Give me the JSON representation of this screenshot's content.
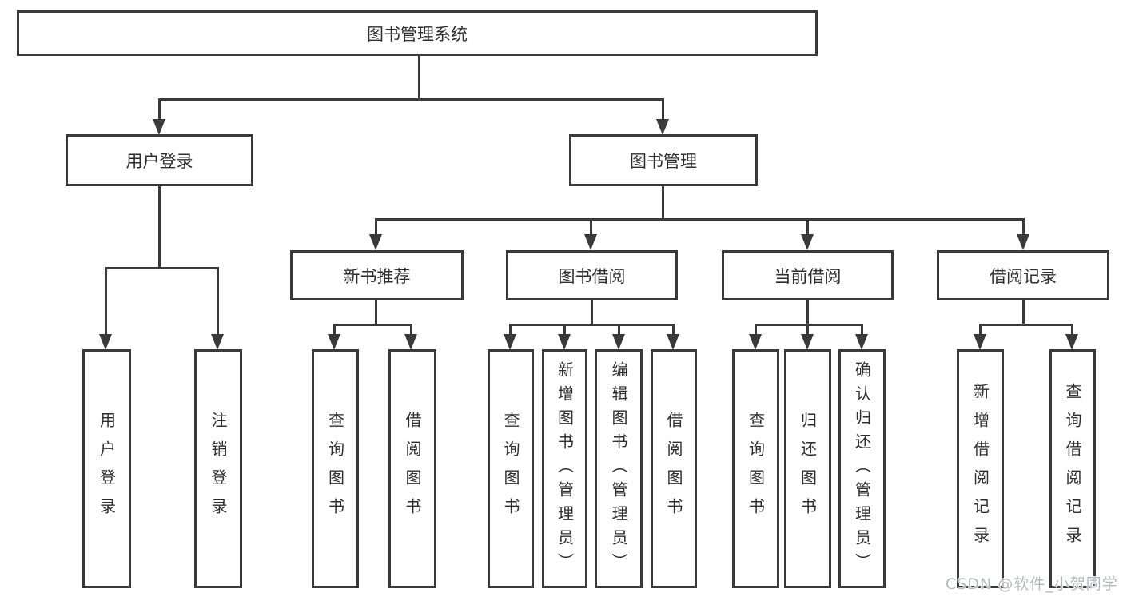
{
  "diagram_title": "图书管理系统",
  "watermark": "CSDN @软件_小贺同学",
  "colors": {
    "line": "#3a3a3a",
    "box_border": "#3a3a3a",
    "box_fill": "#ffffff",
    "text": "#2f2f2f",
    "watermark": "#b5b9be"
  },
  "nodes": {
    "root": "图书管理系统",
    "l2": [
      "用户登录",
      "图书管理"
    ],
    "l3": [
      "新书推荐",
      "图书借阅",
      "当前借阅",
      "借阅记录"
    ],
    "leaves_user_login": [
      "用户登录",
      "注销登录"
    ],
    "leaves_new_book": [
      "查询图书",
      "借阅图书"
    ],
    "leaves_book_borrow": [
      "查询图书",
      "新增图书（管理员）",
      "编辑图书（管理员）",
      "借阅图书"
    ],
    "leaves_current_borrow": [
      "查询图书",
      "归还图书",
      "确认归还（管理员）"
    ],
    "leaves_borrow_record": [
      "新增借阅记录",
      "查询借阅记录"
    ]
  }
}
